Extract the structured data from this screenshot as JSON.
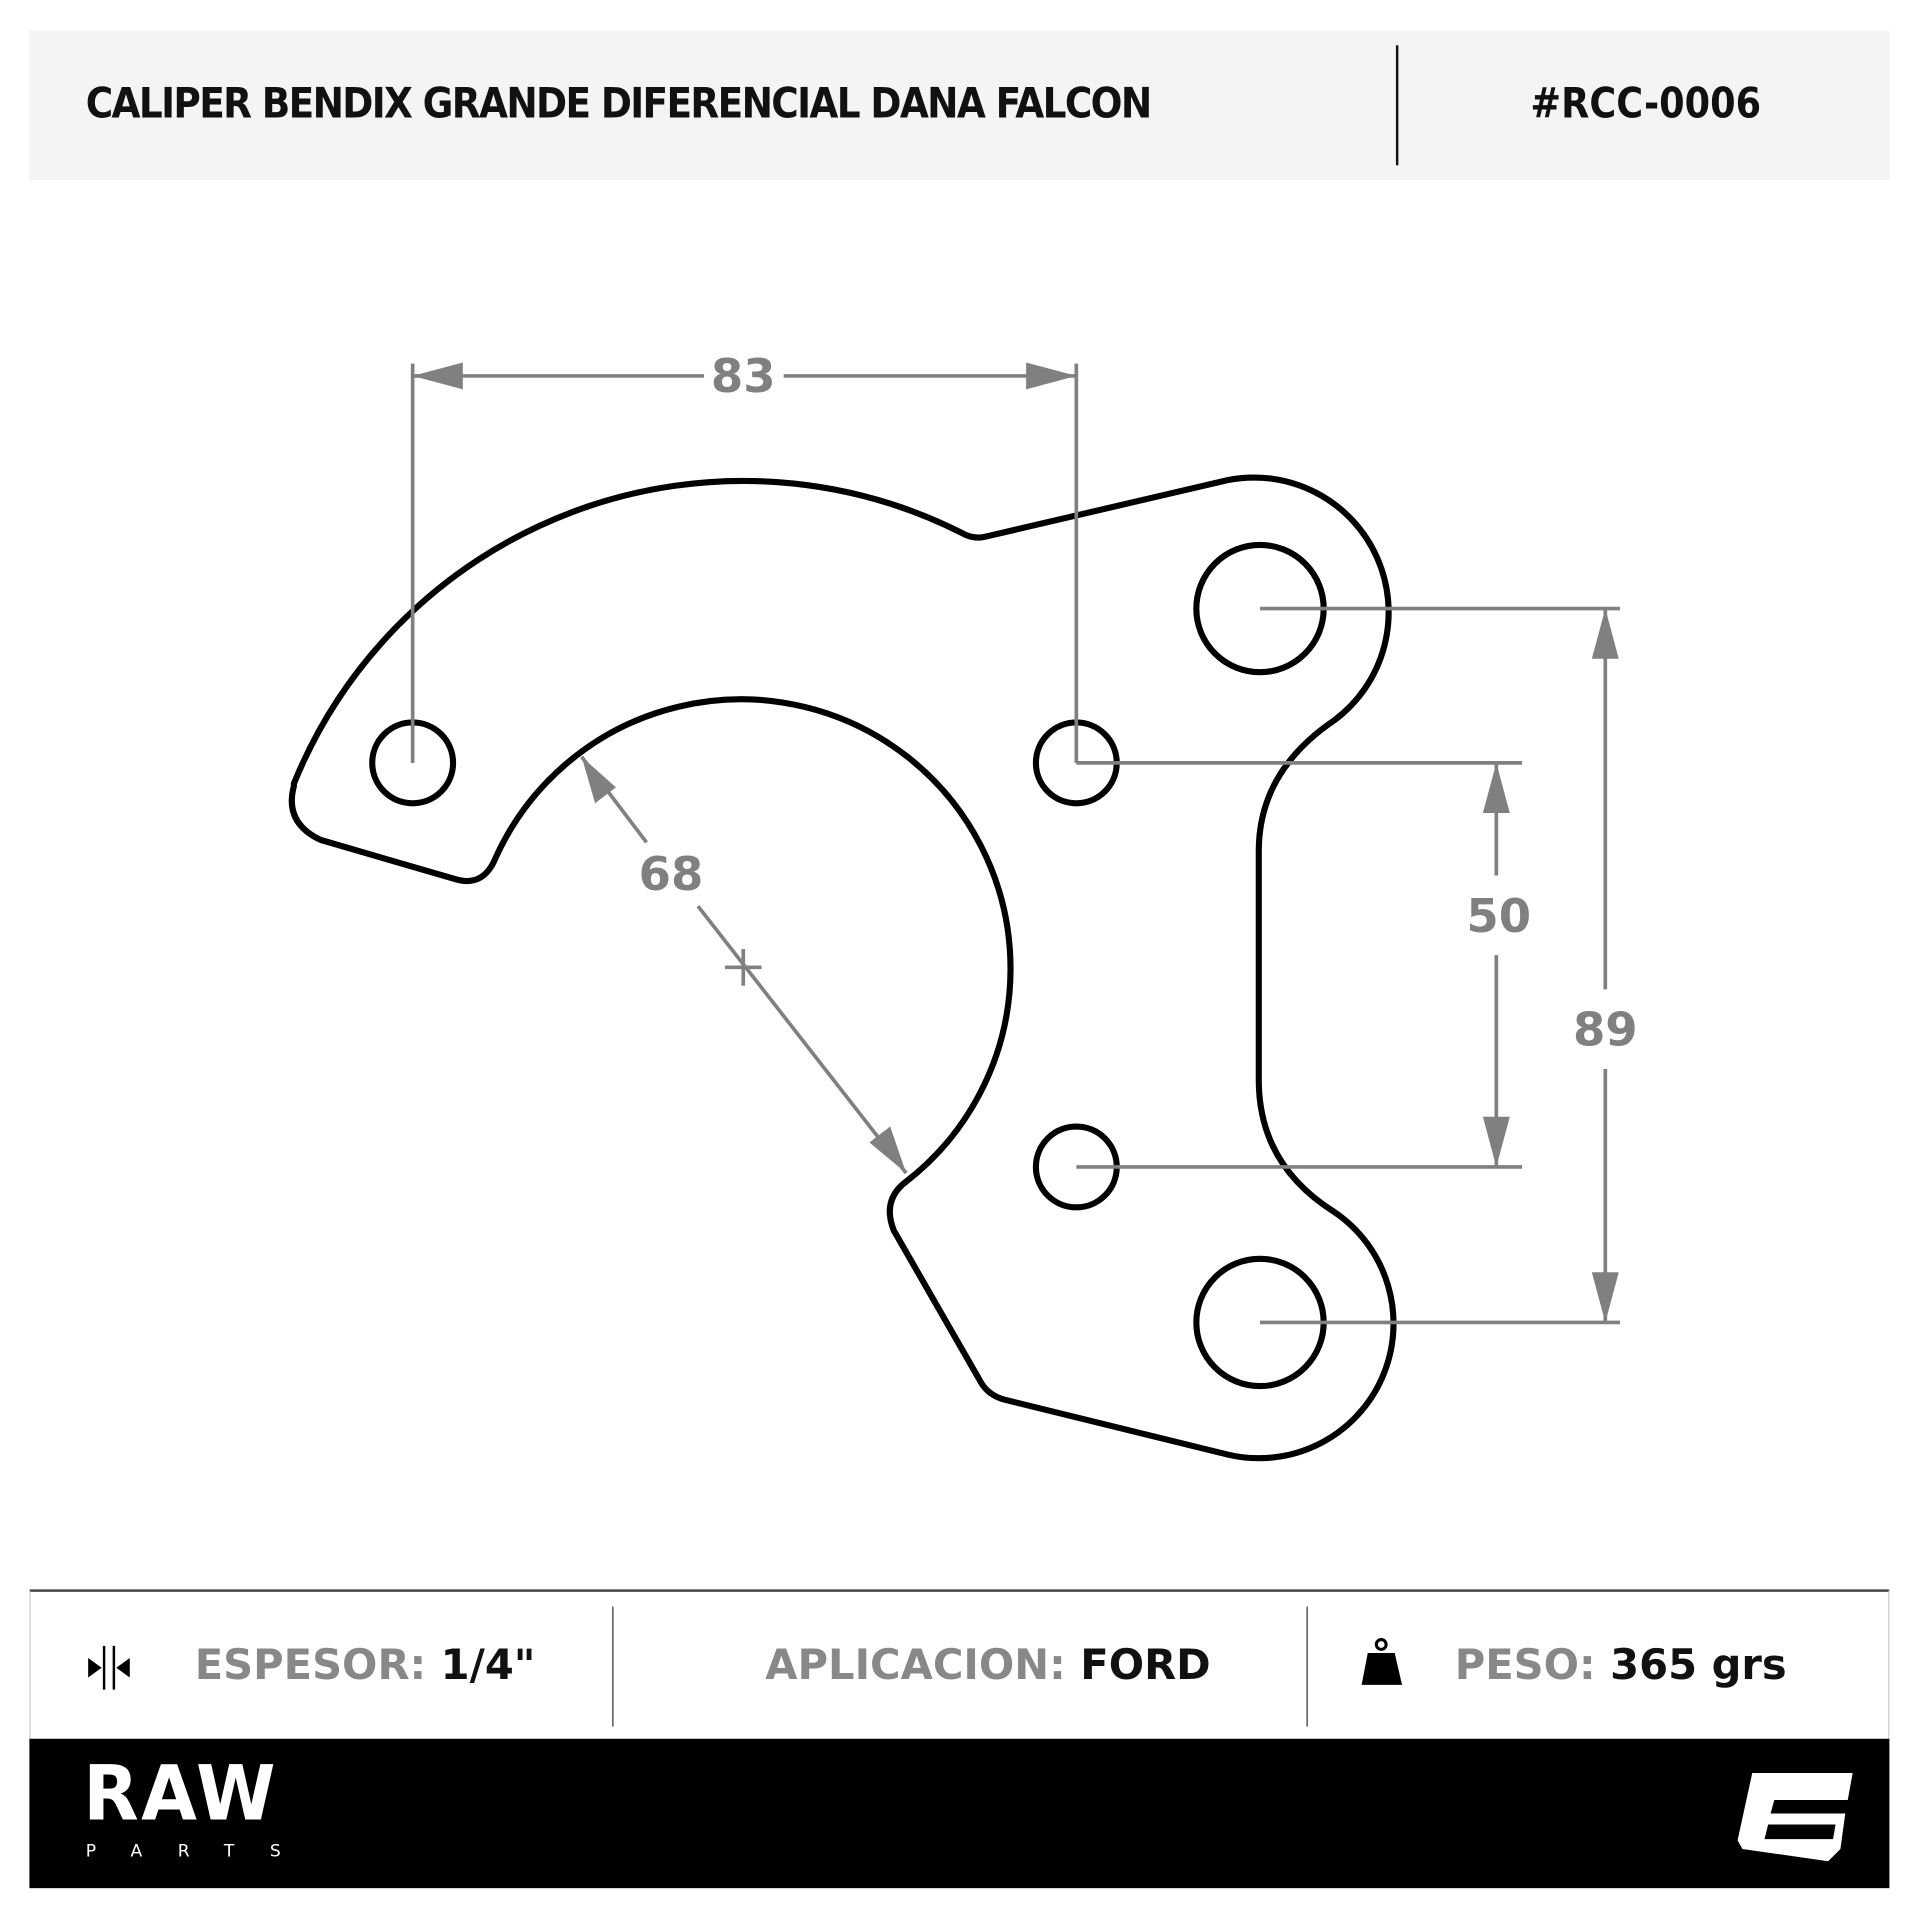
{
  "header": {
    "title": "CALIPER BENDIX GRANDE DIFERENCIAL DANA FALCON",
    "part_number": "#RCC-0006"
  },
  "dimensions": {
    "hole_spacing_top": "83",
    "bore_radius": "68",
    "inner_hole_spacing": "50",
    "outer_hole_spacing": "89"
  },
  "specs": [
    {
      "icon": "thickness-icon",
      "label": "ESPESOR:",
      "value": "1/4\""
    },
    {
      "label": "APLICACION:",
      "value": "FORD"
    },
    {
      "icon": "weight-icon",
      "label": "PESO:",
      "value": "365 grs"
    }
  ],
  "footer": {
    "brand": "RAW",
    "brand_sub": "PARTS",
    "logo_icon": "c-logo-icon"
  },
  "colors": {
    "outline": "#000000",
    "dimension": "#808080",
    "header_bg": "#f4f4f4",
    "footer_bg": "#000000"
  }
}
